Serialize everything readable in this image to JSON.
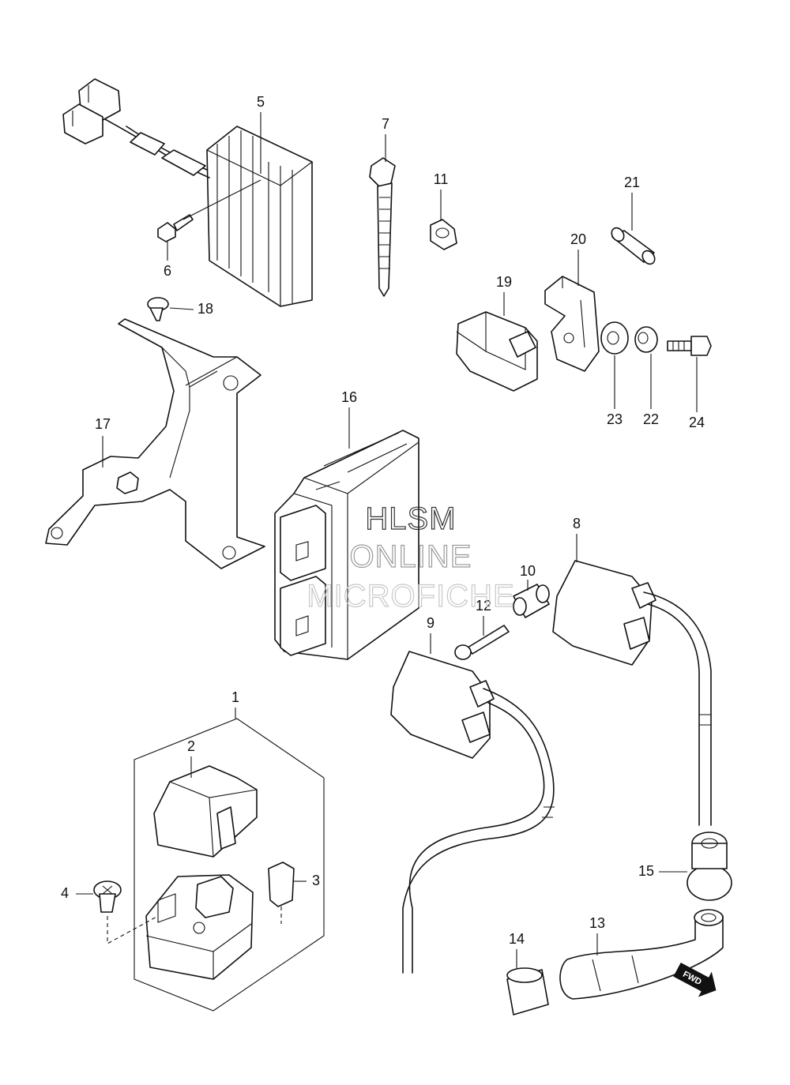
{
  "watermark": {
    "line1": "HLSM",
    "line2": "ONLINE",
    "line3": "MICROFICHE"
  },
  "fwd_label": "FWD",
  "callouts": {
    "c1": "1",
    "c2": "2",
    "c3": "3",
    "c4": "4",
    "c5": "5",
    "c6": "6",
    "c7": "7",
    "c8": "8",
    "c9": "9",
    "c10": "10",
    "c11": "11",
    "c12": "12",
    "c13": "13",
    "c14": "14",
    "c15": "15",
    "c16": "16",
    "c17": "17",
    "c18": "18",
    "c19": "19",
    "c20": "20",
    "c21": "21",
    "c22": "22",
    "c23": "23",
    "c24": "24"
  }
}
